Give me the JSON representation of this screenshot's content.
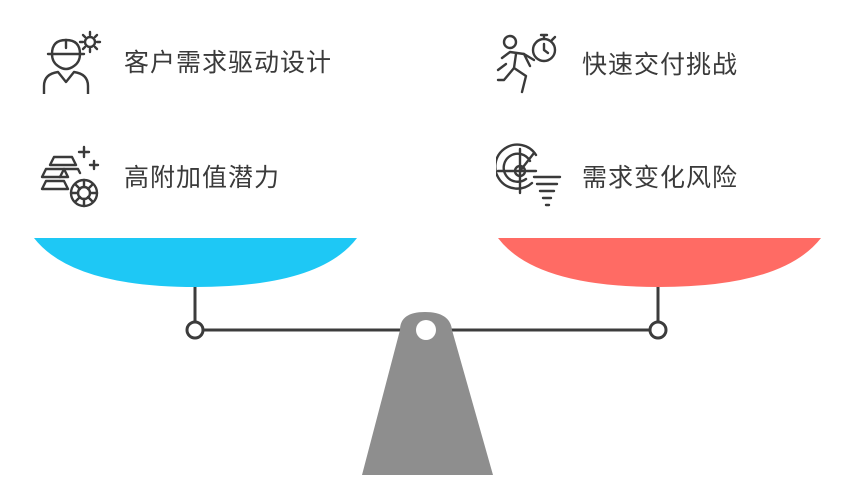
{
  "left_side": {
    "items": [
      {
        "label": "客户需求驱动设计",
        "icon": "engineer-with-gear-icon"
      },
      {
        "label": "高附加值潜力",
        "icon": "gold-bars-icon"
      }
    ],
    "pan_color": "#1ec8f5"
  },
  "right_side": {
    "items": [
      {
        "label": "快速交付挑战",
        "icon": "running-person-stopwatch-icon"
      },
      {
        "label": "需求变化风险",
        "icon": "radar-tornado-icon"
      }
    ],
    "pan_color": "#ff6b64"
  },
  "scale": {
    "stand_color": "#8e8e8e",
    "line_color": "#3c3c3c"
  }
}
